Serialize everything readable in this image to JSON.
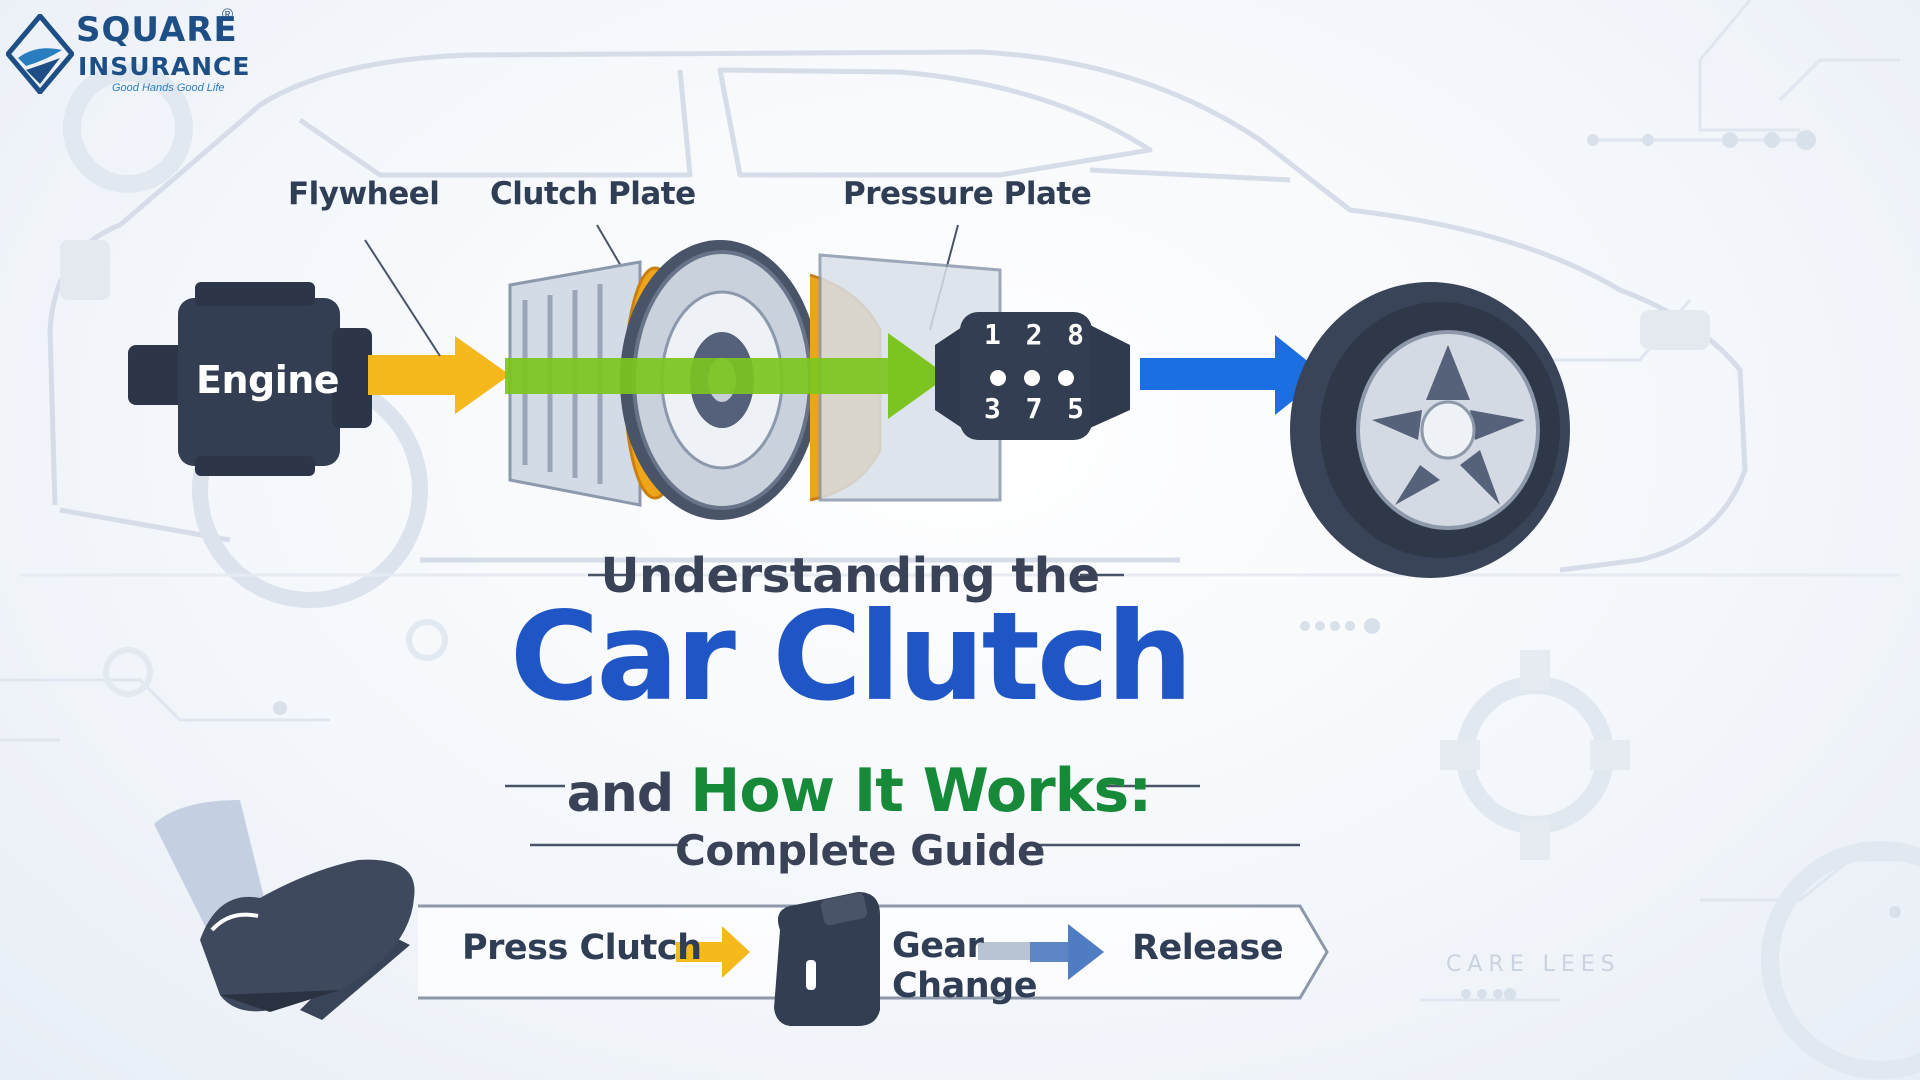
{
  "logo": {
    "line1": "SQUARE",
    "line2": "INSURANCE",
    "registered": "®",
    "tagline": "Good Hands Good Life"
  },
  "diagram": {
    "engine": "Engine",
    "flywheel": "Flywheel",
    "clutch_plate": "Clutch Plate",
    "pressure_plate": "Pressure Plate",
    "gear_numbers_top": [
      "1",
      "2",
      "8"
    ],
    "gear_numbers_bottom": [
      "3",
      "7",
      "5"
    ]
  },
  "title": {
    "line1": "Understanding the",
    "line2": "Car Clutch",
    "line3_prefix": "and ",
    "line3_highlight": "How It Works:",
    "line4": "Complete Guide"
  },
  "steps": {
    "press": "Press Clutch",
    "gear_line1": "Gear",
    "gear_line2": "Change",
    "release": "Release"
  },
  "watermark": "CARE LEES",
  "colors": {
    "brand_blue": "#1f55c4",
    "brand_green": "#178a3a",
    "arrow_yellow": "#f5b91e",
    "arrow_green": "#7cc520",
    "arrow_blue": "#1c6fe0",
    "text_dark": "#3a4257"
  }
}
